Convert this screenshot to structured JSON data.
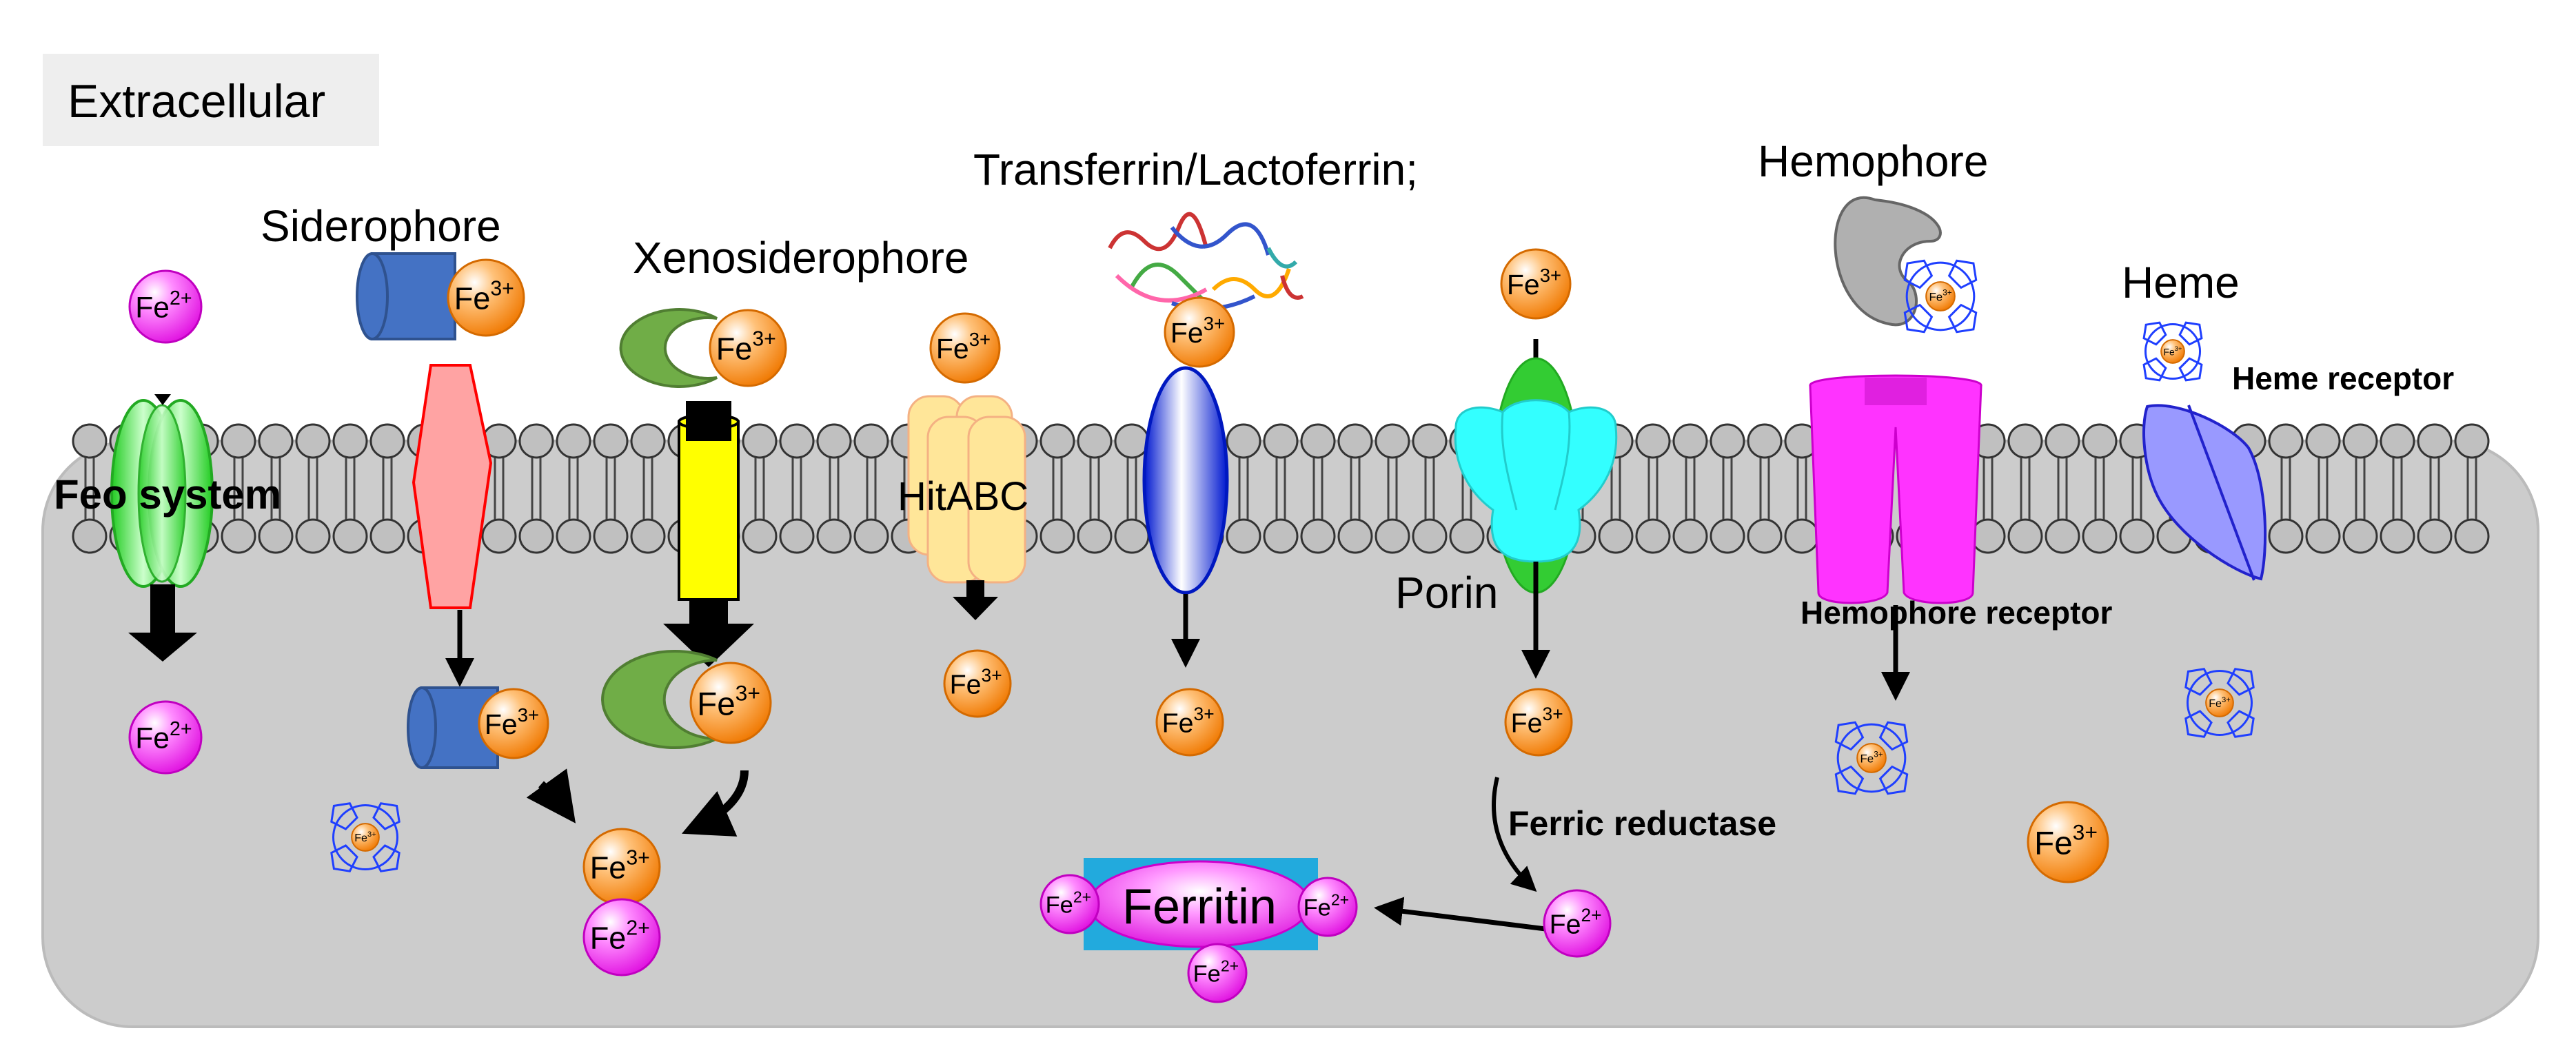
{
  "region_label": "Extracellular",
  "ion_fe2": "Fe",
  "ion_fe3": "Fe",
  "sup_2": "2+",
  "sup_3": "3+",
  "labels": {
    "feo": "Feo system",
    "siderophore": "Siderophore",
    "xenosiderophore": "Xenosiderophore",
    "hitabc": "HitABC",
    "transferrin": "Transferrin/Lactoferrin;",
    "porin": "Porin",
    "ferric_reductase": "Ferric reductase",
    "hemophore": "Hemophore",
    "heme": "Heme",
    "heme_receptor": "Heme receptor",
    "hemophore_receptor": "Hemophore receptor",
    "ferritin": "Ferritin"
  },
  "colors": {
    "fe2_fill": "#ff33ff",
    "fe3_fill": "#ff9922",
    "cytoplasm": "#cccccc",
    "feo": "#33ee33",
    "siderophore_transporter": "#ff9999",
    "siderophore_cap": "#4472c4",
    "xeno_transporter": "#ffff00",
    "xeno_cap": "#70ad47",
    "hitabc": "#ffe699",
    "transferrin_receptor": "#1f3fff",
    "porin": "#33ffff",
    "hemophore_receptor": "#ff33ff",
    "heme_receptor": "#9999ff",
    "ferritin_box": "#22aadd",
    "heme_ring": "#1f3fff",
    "region_label": "#ff0000",
    "feo_label": "#ff0000",
    "ferric_reductase_label": "#1f3864"
  }
}
